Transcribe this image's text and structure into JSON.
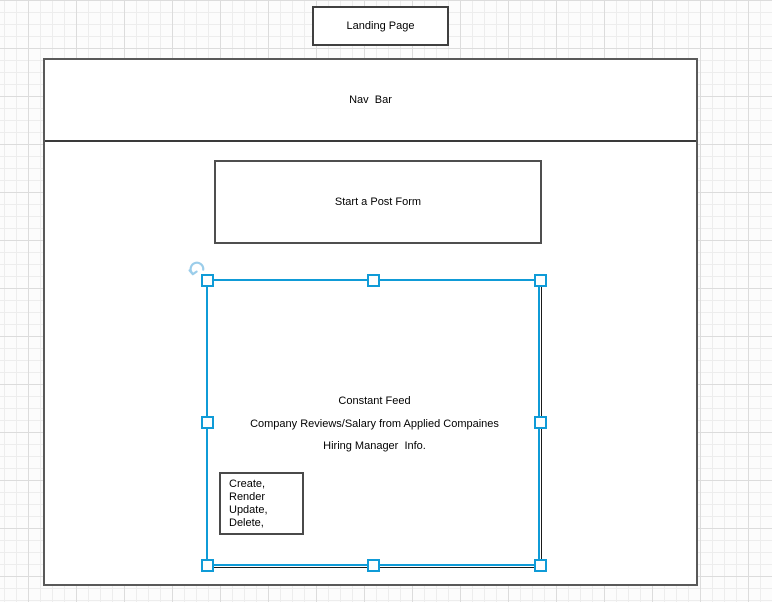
{
  "app": {
    "view": "diagram-canvas",
    "description_of_state": "wireframe diagram with one shape selected"
  },
  "colors": {
    "selection": "#0f9bd7",
    "rotate_handle": "#9bcdea",
    "shape_stroke": "#404040",
    "feed_stroke": "#1a1a1a",
    "grid_minor": "#ededed",
    "grid_major": "#dcdcdc",
    "canvas_bg": "#fcfcfc",
    "text": "#000000"
  },
  "shapes": {
    "landing": {
      "label": "Landing Page"
    },
    "page": {
      "nav_label": "Nav  Bar"
    },
    "start_post": {
      "label": "Start a Post Form"
    },
    "feed": {
      "lines": [
        "Constant Feed",
        "Company Reviews/Salary from Applied Compaines",
        "Hiring Manager  Info."
      ],
      "selected": true
    },
    "crud": {
      "lines": [
        "Create, Render",
        "Update, Delete,"
      ]
    }
  },
  "selection": {
    "handles": [
      "nw",
      "n",
      "ne",
      "w",
      "e",
      "sw",
      "s",
      "se"
    ],
    "rotate_icon": "rotate-arrow-icon"
  }
}
